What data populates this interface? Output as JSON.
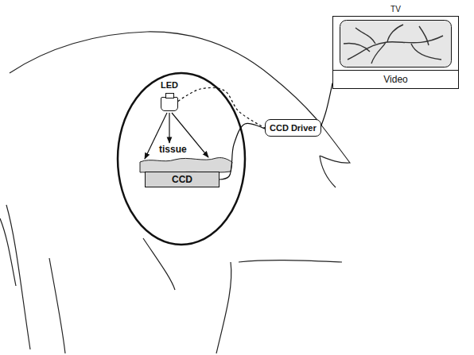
{
  "diagram": {
    "nodes": [
      {
        "text": [
          "LED"
        ]
      },
      {
        "text": [
          "CCD"
        ]
      },
      {
        "text": [
          "CCD Driver"
        ]
      },
      {
        "text": [
          "TV",
          "Video"
        ]
      }
    ],
    "edges": [
      {
        "from": 0,
        "to": 2,
        "arrow": "none"
      },
      {
        "from": 1,
        "to": 2,
        "arrow": "none"
      },
      {
        "from": 2,
        "to": 3,
        "arrow": "none"
      }
    ],
    "labels": [
      "tissue"
    ]
  }
}
